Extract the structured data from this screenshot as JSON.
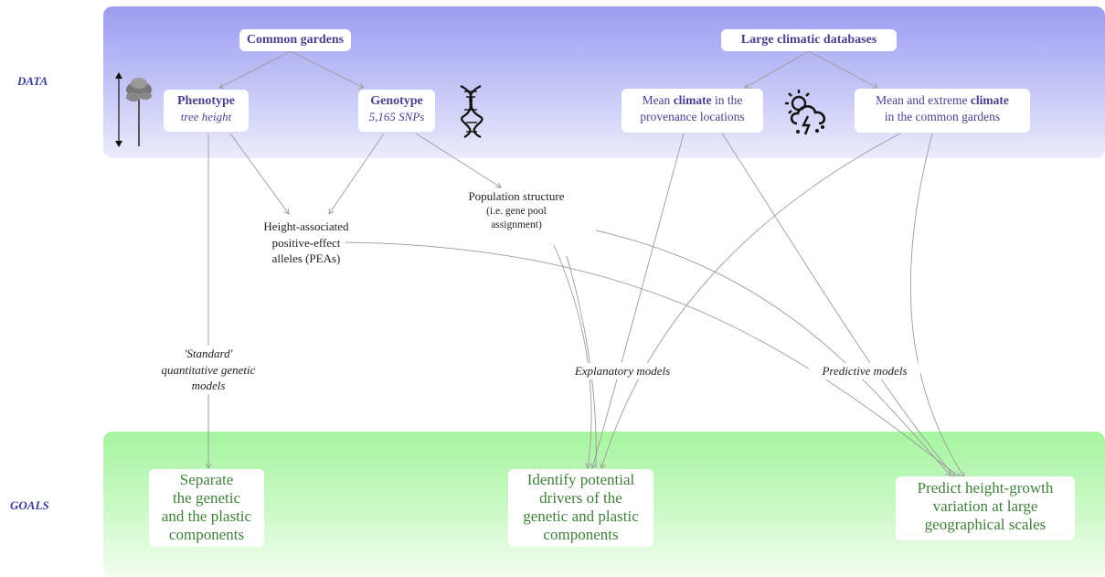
{
  "rows": {
    "data": "DATA",
    "goals": "GOALS"
  },
  "nodes": {
    "common_gardens": "Common gardens",
    "large_climatic_databases": "Large climatic databases",
    "phenotype": {
      "title": "Phenotype",
      "sub": "tree height"
    },
    "genotype": {
      "title": "Genotype",
      "sub": "5,165 SNPs"
    },
    "mean_climate_prov": {
      "pre": "Mean ",
      "bold": "climate",
      "post": " in the",
      "line2": "provenance locations"
    },
    "mean_extreme_climate": {
      "pre": "Mean and extreme ",
      "bold": "climate",
      "line2": "in the common gardens"
    },
    "peas": {
      "l1": "Height-associated",
      "l2": "positive-effect",
      "l3": "alleles (PEAs)"
    },
    "pop_structure": {
      "l1": "Population structure",
      "l2": "(i.e. gene pool",
      "l3": "assignment)"
    }
  },
  "models": {
    "standard": {
      "l1": "'Standard'",
      "l2": "quantitative genetic",
      "l3": "models"
    },
    "explanatory": "Explanatory models",
    "predictive": "Predictive models"
  },
  "goals": {
    "separate": {
      "l1": "Separate",
      "l2": "the genetic",
      "l3": "and the plastic",
      "l4": "components"
    },
    "identify": {
      "l1": "Identify potential",
      "l2": "drivers of the",
      "l3": "genetic and plastic",
      "l4": "components"
    },
    "predict": {
      "l1": "Predict height-growth",
      "l2": "variation at large",
      "l3": "geographical scales"
    }
  },
  "colors": {
    "data_band": "#9c9cf2",
    "goals_band": "#a6f5a0",
    "node_title": "#4a3f8f",
    "goal_text": "#3f7f3a",
    "arrow": "#999999"
  },
  "icons": [
    "tree-height-icon",
    "dna-icon",
    "weather-icon"
  ]
}
